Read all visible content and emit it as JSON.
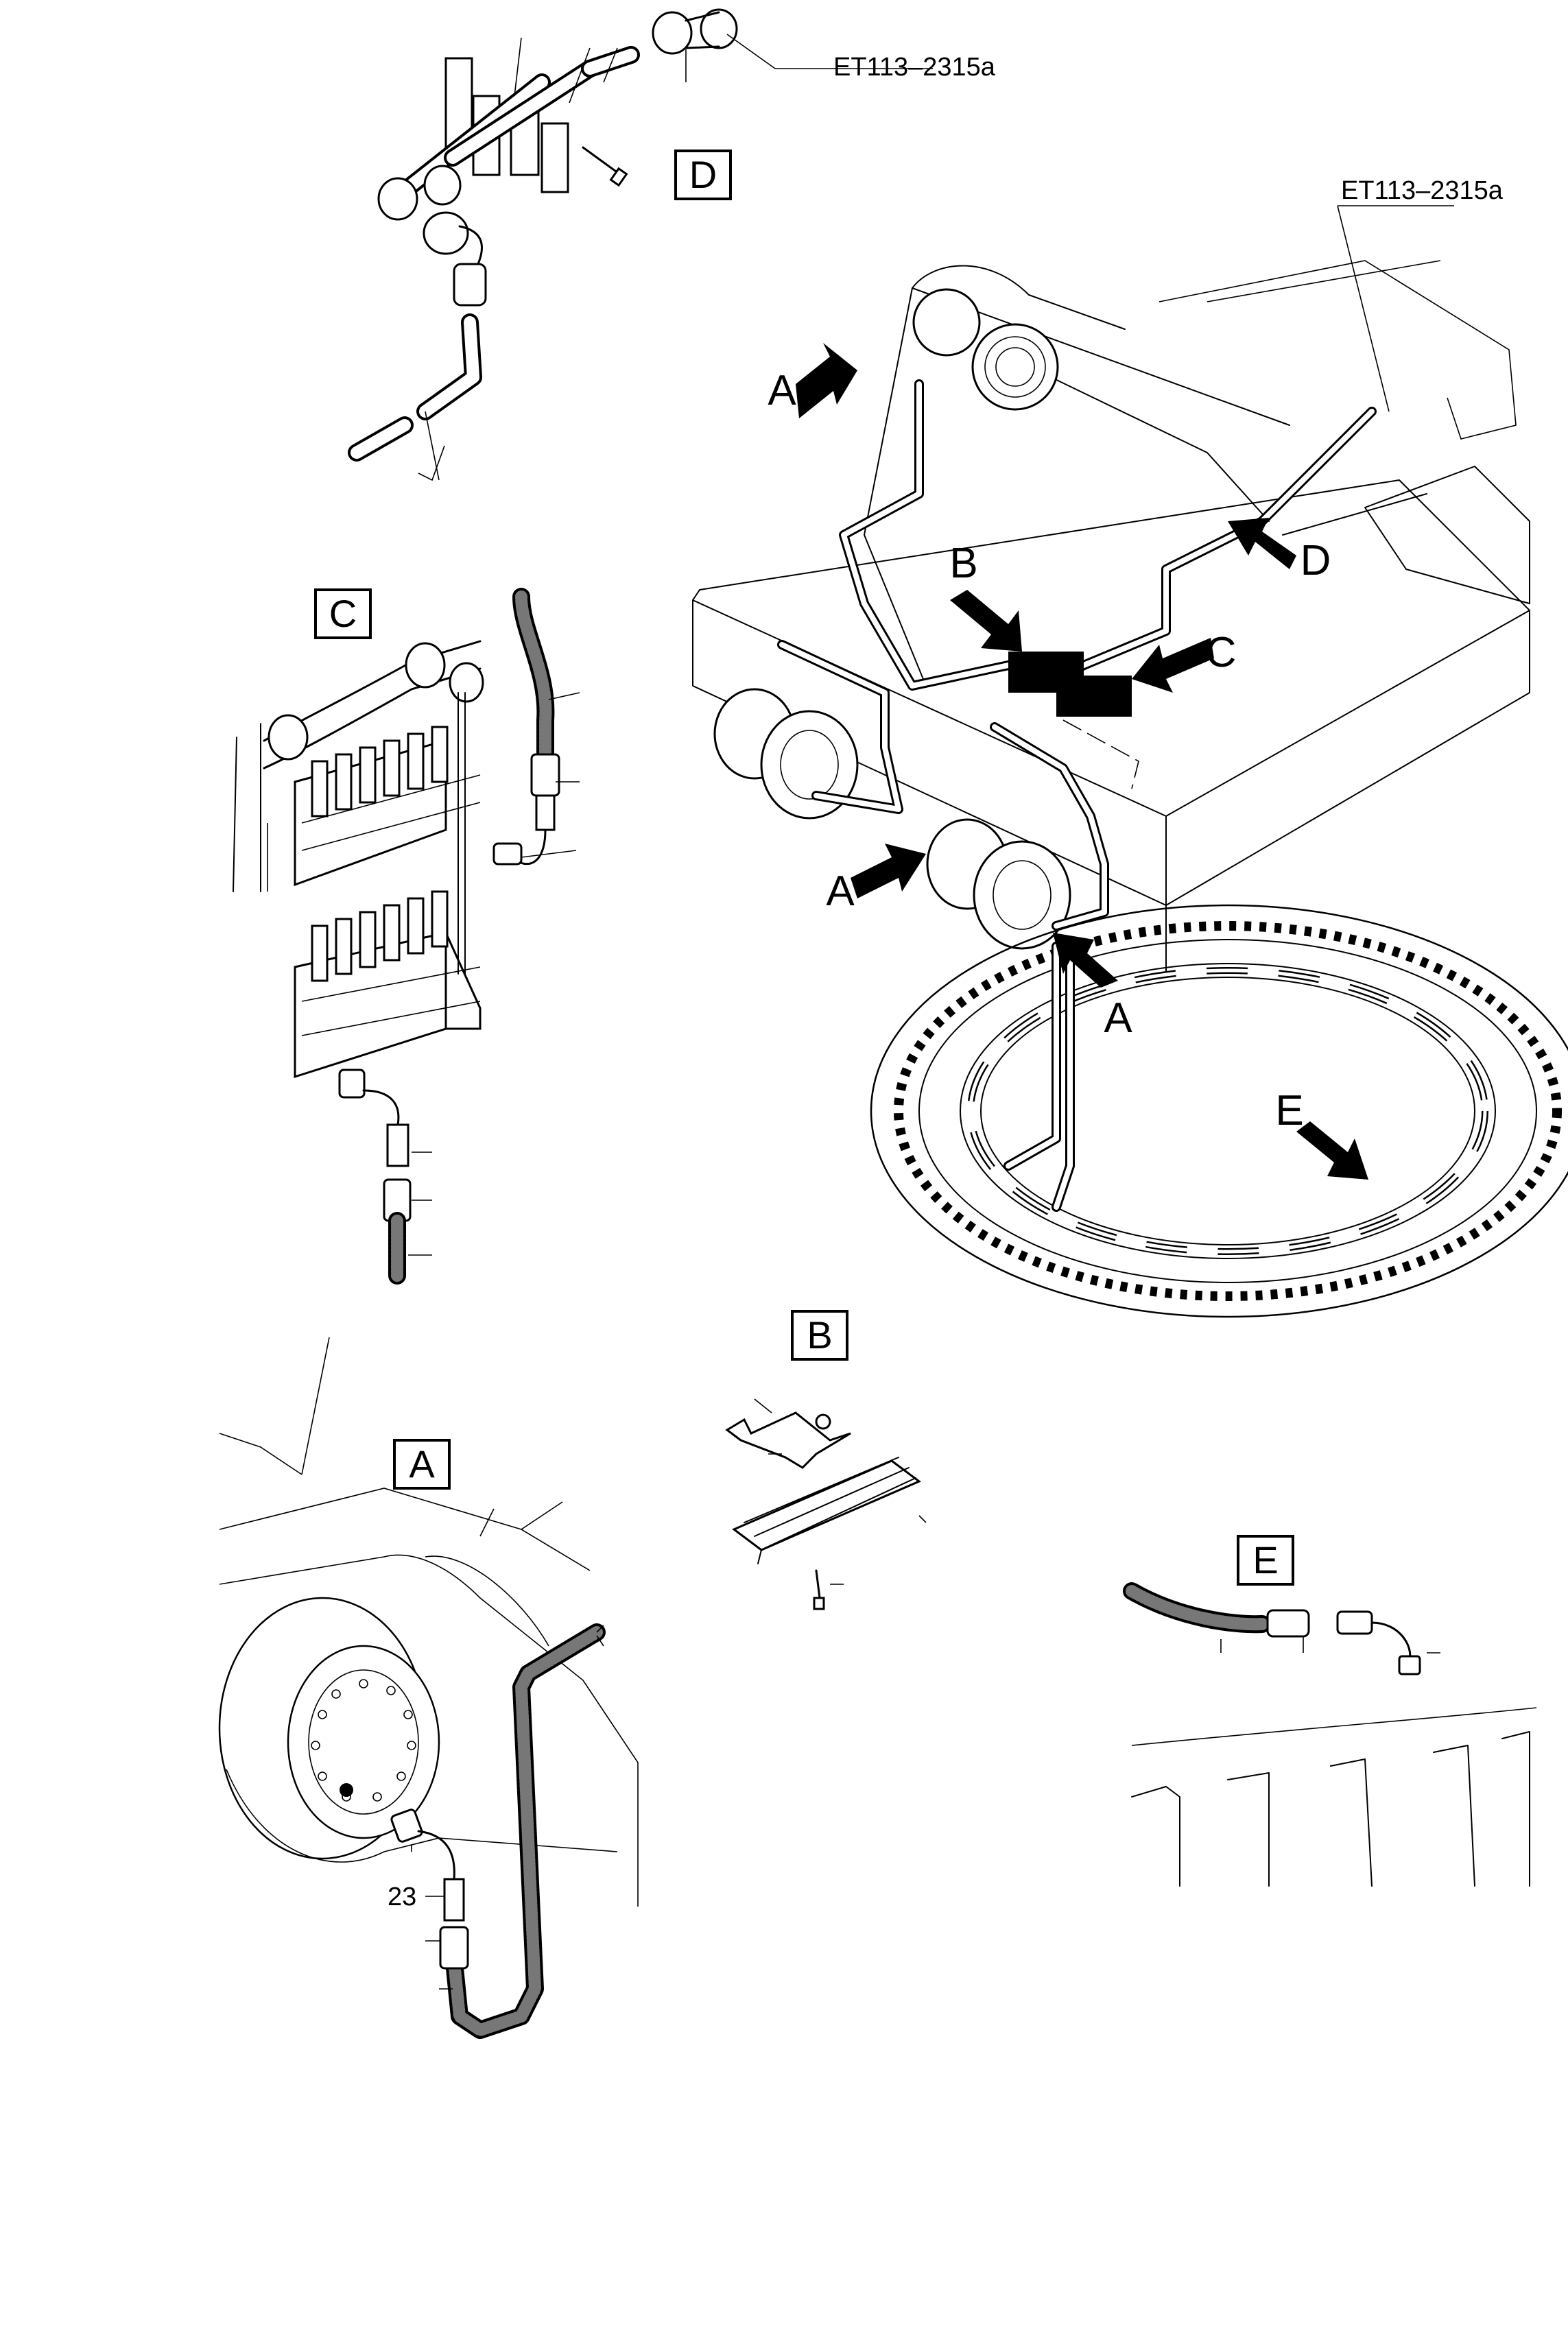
{
  "diagram": {
    "references": {
      "top_detail": "ET113–2315a",
      "main_view": "ET113–2315a"
    },
    "detail_frames": {
      "A": "A",
      "B": "B",
      "C": "C",
      "D": "D",
      "E": "E"
    },
    "arrow_labels": {
      "a1": "A",
      "a2": "A",
      "a3": "A",
      "b": "B",
      "c": "C",
      "d": "D",
      "e": "E"
    },
    "callouts": {
      "detail_a_item": "23"
    }
  }
}
